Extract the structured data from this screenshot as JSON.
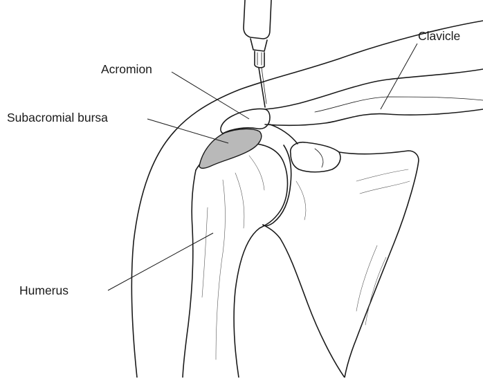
{
  "labels": {
    "clavicle": "Clavicle",
    "acromion": "Acromion",
    "subacromial_bursa": "Subacromial bursa",
    "humerus": "Humerus"
  },
  "colors": {
    "line": "#1a1a1a",
    "bursa_fill": "#b9b9b9",
    "background": "#ffffff"
  }
}
